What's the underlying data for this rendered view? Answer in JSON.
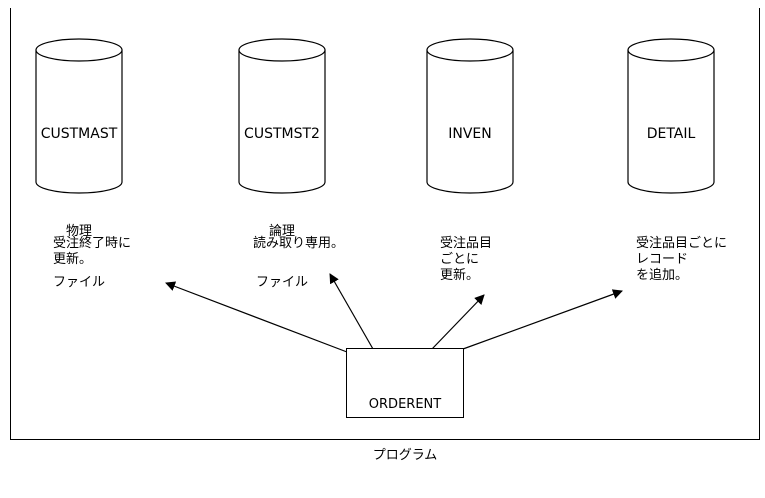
{
  "databases": [
    {
      "name": "CUSTMAST",
      "type_line1": "物理",
      "type_line2": "ファイル",
      "note": "受注終了時に\n更新。"
    },
    {
      "name": "CUSTMST2",
      "type_line1": "論理",
      "type_line2": "ファイル",
      "note": "読み取り専用。"
    },
    {
      "name": "INVEN",
      "type_line1": "",
      "type_line2": "",
      "note": "受注品目\nごとに\n更新。"
    },
    {
      "name": "DETAIL",
      "type_line1": "",
      "type_line2": "",
      "note": "受注品目ごとに\nレコード\nを追加。"
    }
  ],
  "program": {
    "name": "ORDERENT",
    "subtitle": "プログラム"
  }
}
